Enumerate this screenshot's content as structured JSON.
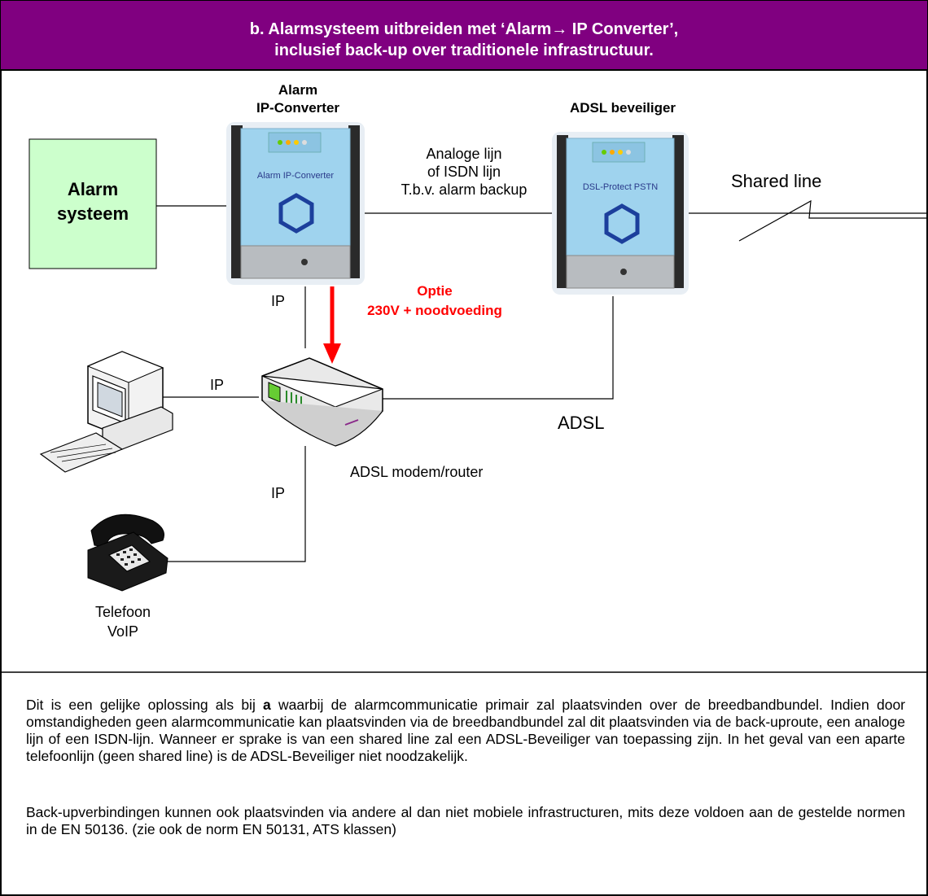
{
  "header": {
    "line1": "b. Alarmsysteem uitbreiden met  ‘Alarm→ IP Converter’,",
    "line2": "inclusief back-up over traditionele infrastructuur."
  },
  "diagram": {
    "alarm_system": {
      "line1": "Alarm",
      "line2": "systeem",
      "fill": "#ccffcc"
    },
    "converter": {
      "title1": "Alarm",
      "title2": "IP-Converter",
      "face_label": "Alarm IP-Converter"
    },
    "protector": {
      "title": "ADSL beveiliger",
      "face_label": "DSL-Protect   PSTN"
    },
    "analog_line": {
      "line1": "Analoge lijn",
      "line2": "of ISDN lijn",
      "line3": "T.b.v. alarm backup"
    },
    "shared_line": "Shared line",
    "option": {
      "line1": "Optie",
      "line2": "230V + noodvoeding",
      "color": "#ff0000"
    },
    "ip_labels": [
      "IP",
      "IP",
      "IP"
    ],
    "adsl": "ADSL",
    "modem": "ADSL modem/router",
    "phone": {
      "line1": "Telefoon",
      "line2": "VoIP"
    }
  },
  "text": {
    "p1_a": "Dit is een gelijke oplossing als bij ",
    "p1_bold": "a",
    "p1_b": " waarbij de alarmcommunicatie primair zal plaatsvinden over de breedbandbundel. Indien door omstandigheden geen alarmcommunicatie kan plaatsvinden via de breedbandbundel zal dit plaatsvinden via de back-uproute, een analoge lijn of een ISDN-lijn. Wanneer er sprake is van een shared line zal een ADSL-Beveiliger van toepassing zijn. In het geval van een aparte telefoonlijn (geen shared line) is de ADSL-Beveiliger niet noodzakelijk.",
    "p2": "Back-upverbindingen kunnen ook plaatsvinden via andere al dan niet mobiele infrastructuren, mits deze voldoen aan de gestelde normen in de EN 50136.  (zie ook de norm EN 50131, ATS klassen)"
  },
  "colors": {
    "header_bg": "#800080",
    "accent_red": "#ff0000",
    "device_face": "#9fd3ee"
  }
}
